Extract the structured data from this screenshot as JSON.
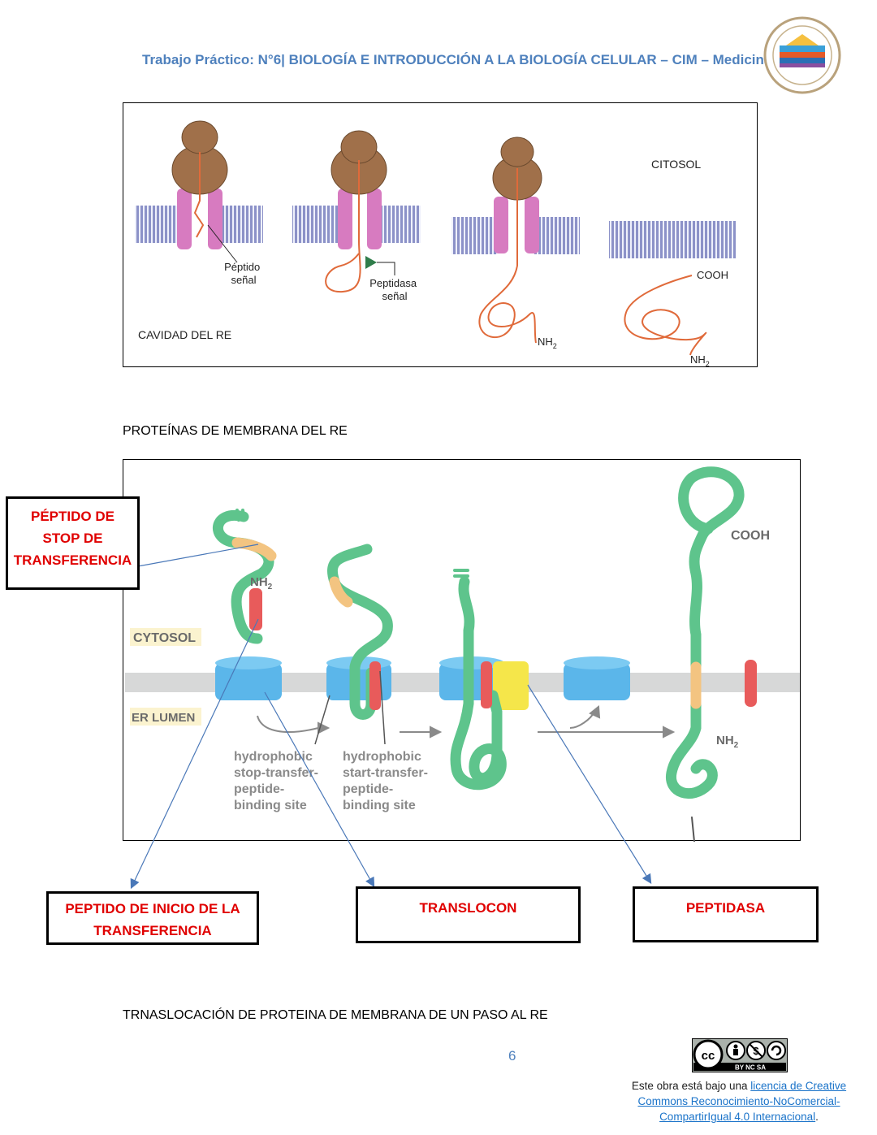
{
  "header": {
    "title": "Trabajo Práctico: N°6| BIOLOGÍA E INTRODUCCIÓN A LA BIOLOGÍA CELULAR – CIM – Medicina"
  },
  "figure1": {
    "citosol": "CITOSOL",
    "cavidad": "CAVIDAD DEL RE",
    "peptido_senal": "Péptido\nseñal",
    "peptidasa_senal": "Peptidasa\nseñal",
    "cooh": "COOH",
    "nh2": "NH"
  },
  "section1": "PROTEÍNAS DE MEMBRANA DEL RE",
  "figure2": {
    "cytosol": "CYTOSOL",
    "er_lumen": "ER LUMEN",
    "cooh": "COOH",
    "nh2": "NH",
    "stop_site": [
      "hydrophobic",
      "stop-transfer-",
      "peptide-",
      "binding site"
    ],
    "start_site": [
      "hydrophobic",
      "start-transfer-",
      "peptide-",
      "binding site"
    ]
  },
  "labels": {
    "stop_transfer": "PÉPTIDO DE\nSTOP DE\nTRANSFERENCIA",
    "start_transfer": "PEPTIDO DE INICIO DE LA\nTRANSFERENCIA",
    "translocon": "TRANSLOCON",
    "peptidasa": "PEPTIDASA"
  },
  "section2": "TRNASLOCACIÓN DE PROTEINA DE MEMBRANA DE UN PASO AL RE",
  "footer": {
    "page_number": "6",
    "cc_badge": "BY  NC  SA",
    "license_prefix": "Este obra está bajo una ",
    "license_link": "licencia de Creative Commons Reconocimiento-NoComercial-CompartirIgual 4.0 Internacional",
    "license_suffix": "."
  },
  "colors": {
    "header_blue": "#4f81bd",
    "label_red": "#e00000",
    "ribosome": "#a0704a",
    "translocon_pink": "#d77bc0",
    "chain_orange": "#e06a3a",
    "membrane_lilac": "#9a9fd0",
    "protein_green": "#5ec48c",
    "translocon_blue": "#5bb6ea",
    "peptidase_yellow": "#f5e64a",
    "signal_red": "#e85b5b",
    "stop_orange": "#f3c481"
  }
}
